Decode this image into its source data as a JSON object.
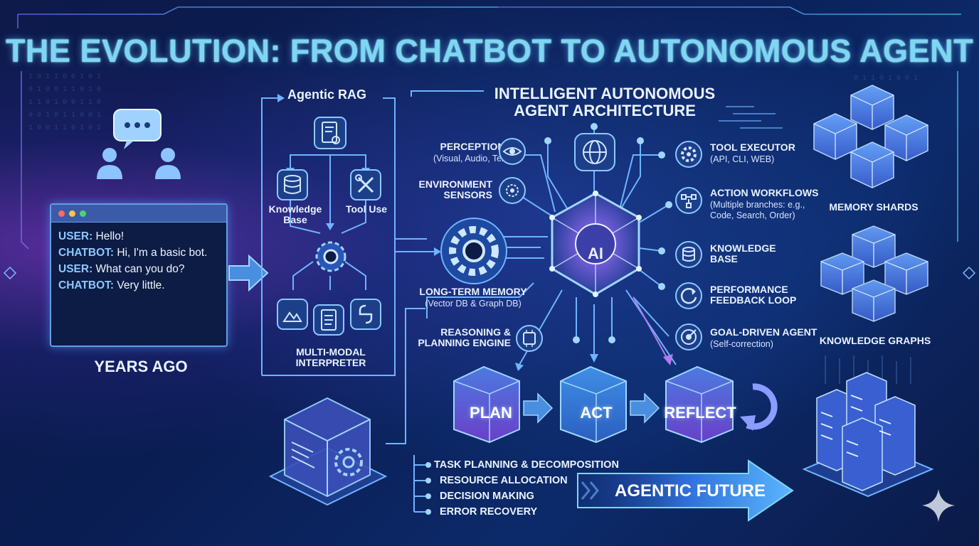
{
  "title": "THE EVOLUTION: FROM CHATBOT TO AUTONOMOUS AGENT",
  "left": {
    "chat_lines": [
      {
        "speaker": "USER:",
        "text": " Hello!"
      },
      {
        "speaker": "CHATBOT:",
        "text": " Hi, I'm a basic bot."
      },
      {
        "speaker": "USER:",
        "text": " What can you do?"
      },
      {
        "speaker": "CHATBOT:",
        "text": " Very little."
      }
    ],
    "caption": "YEARS AGO"
  },
  "rag": {
    "title": "Agentic RAG",
    "knowledge_base": "Knowledge\nBase",
    "tool_use": "Tool Use",
    "multimodal": "MULTI-MODAL\nINTERPRETER"
  },
  "center": {
    "title": "INTELLIGENT AUTONOMOUS\nAGENT ARCHITECTURE",
    "core": "AI",
    "perception": {
      "title": "PERCEPTION",
      "sub": "(Visual, Audio, Text)"
    },
    "sensors": {
      "title": "ENVIRONMENT\nSENSORS"
    },
    "memory": {
      "title": "LONG-TERM MEMORY",
      "sub": "(Vector DB & Graph DB)"
    },
    "reasoning": {
      "title": "REASONING &\nPLANNING ENGINE"
    },
    "tool_executor": {
      "title": "TOOL EXECUTOR",
      "sub": "(API, CLI, WEB)"
    },
    "workflows": {
      "title": "ACTION WORKFLOWS",
      "sub": "(Multiple branches: e.g.,\nCode, Search, Order)"
    },
    "knowledge": {
      "title": "KNOWLEDGE\nBASE"
    },
    "feedback": {
      "title": "PERFORMANCE\nFEEDBACK LOOP"
    },
    "goal": {
      "title": "GOAL-DRIVEN AGENT",
      "sub": "(Self-correction)"
    },
    "cycle": [
      "PLAN",
      "ACT",
      "REFLECT"
    ],
    "bullets": [
      "TASK PLANNING & DECOMPOSITION",
      "RESOURCE ALLOCATION",
      "DECISION MAKING",
      "ERROR RECOVERY"
    ],
    "future": "AGENTIC FUTURE"
  },
  "right": {
    "memory_shards": "MEMORY SHARDS",
    "knowledge_graphs": "KNOWLEDGE GRAPHS"
  },
  "colors": {
    "accent": "#7fd6f2",
    "line": "#6fb4ff",
    "purple": "#8a5cf0"
  }
}
